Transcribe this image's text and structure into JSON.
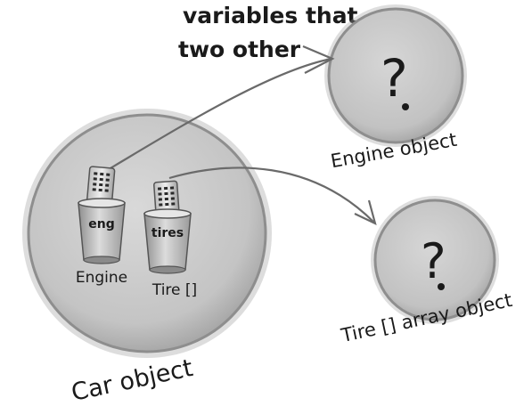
{
  "heading": {
    "line1": "variables that",
    "line2": "two other"
  },
  "car": {
    "label": "Car object",
    "eng_variable": {
      "cup_label": "eng",
      "type_label": "Engine"
    },
    "tires_variable": {
      "cup_label": "tires",
      "type_label": "Tire []"
    }
  },
  "engine": {
    "label": "Engine object",
    "mark": "?"
  },
  "tire_array": {
    "label": "Tire [] array object",
    "mark": "?"
  },
  "colors": {
    "circle_fill": "#c9c9c9",
    "circle_edge": "#8e8e8e",
    "arrow": "#6a6a6a",
    "ink": "#1a1a1a"
  },
  "icons": [
    "remote-control-icon",
    "cup-icon",
    "arrow-icon"
  ]
}
